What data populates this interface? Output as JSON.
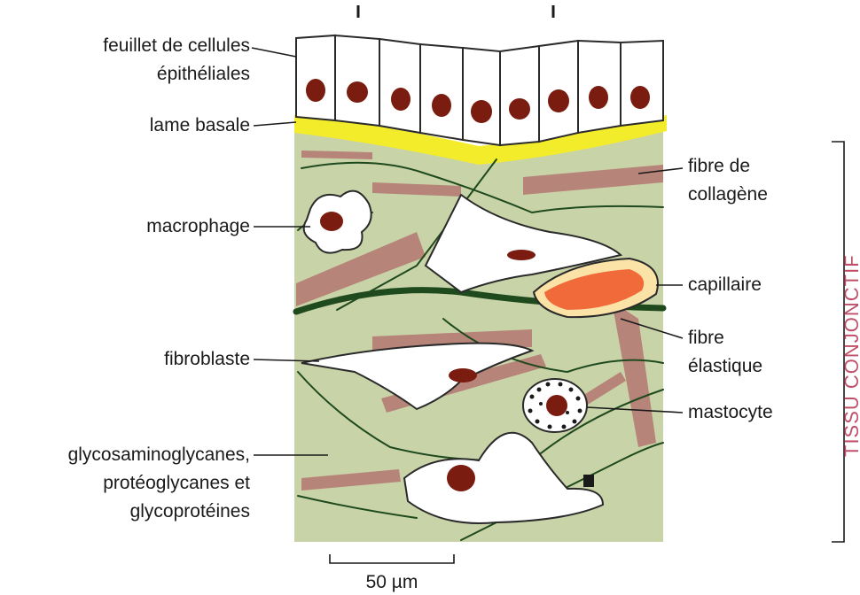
{
  "diagram": {
    "labels": {
      "epithelial_line1": "feuillet de cellules",
      "epithelial_line2": "épithéliales",
      "basal_lamina": "lame basale",
      "macrophage": "macrophage",
      "fibroblast": "fibroblaste",
      "gag_line1": "glycosaminoglycanes,",
      "gag_line2": "protéoglycanes et",
      "gag_line3": "glycoprotéines",
      "collagen_line1": "fibre de",
      "collagen_line2": "collagène",
      "capillary": "capillaire",
      "elastic_line1": "fibre",
      "elastic_line2": "élastique",
      "mast_cell": "mastocyte",
      "connective_tissue": "TISSU CONJONCTIF",
      "scale_bar": "50 µm"
    },
    "colors": {
      "matrix": "#c9d3a8",
      "basal_lamina": "#f3ec2a",
      "nucleus": "#7a1c10",
      "collagen": "#b06a6a",
      "elastic": "#1e4a1e",
      "capillary": "#f06a3a",
      "side_label": "#c0506a"
    }
  }
}
